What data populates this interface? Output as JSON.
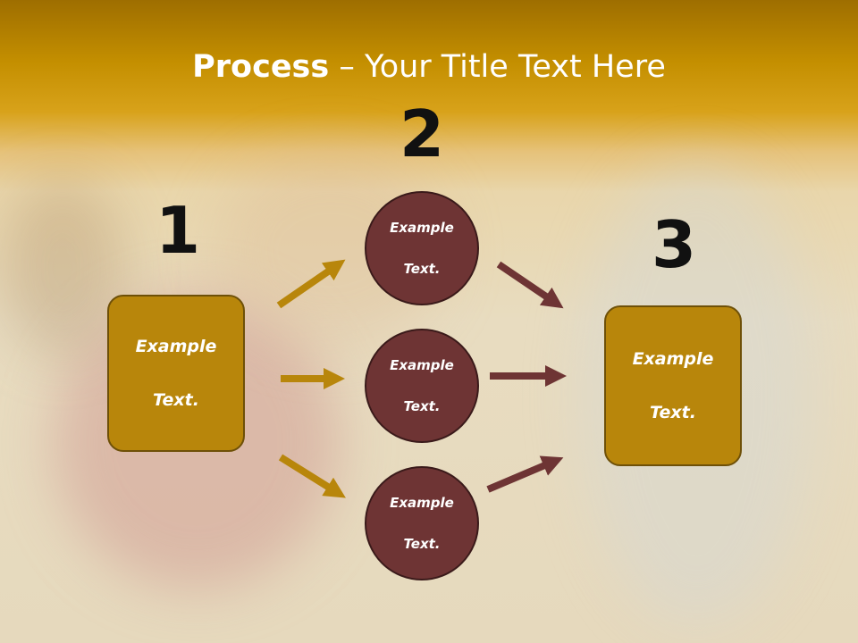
{
  "title": {
    "bold": "Process",
    "rest": " – Your Title Text Here"
  },
  "steps": {
    "one": "1",
    "two": "2",
    "three": "3"
  },
  "left_box": {
    "line1": "Example",
    "line2": "Text."
  },
  "right_box": {
    "line1": "Example",
    "line2": "Text."
  },
  "circles": [
    {
      "line1": "Example",
      "line2": "Text."
    },
    {
      "line1": "Example",
      "line2": "Text."
    },
    {
      "line1": "Example",
      "line2": "Text."
    }
  ],
  "colors": {
    "box": "#b8860b",
    "circle": "#6e3434",
    "arrow_gold": "#b8860b",
    "arrow_maroon": "#6e3434",
    "header": "#c48f00"
  }
}
